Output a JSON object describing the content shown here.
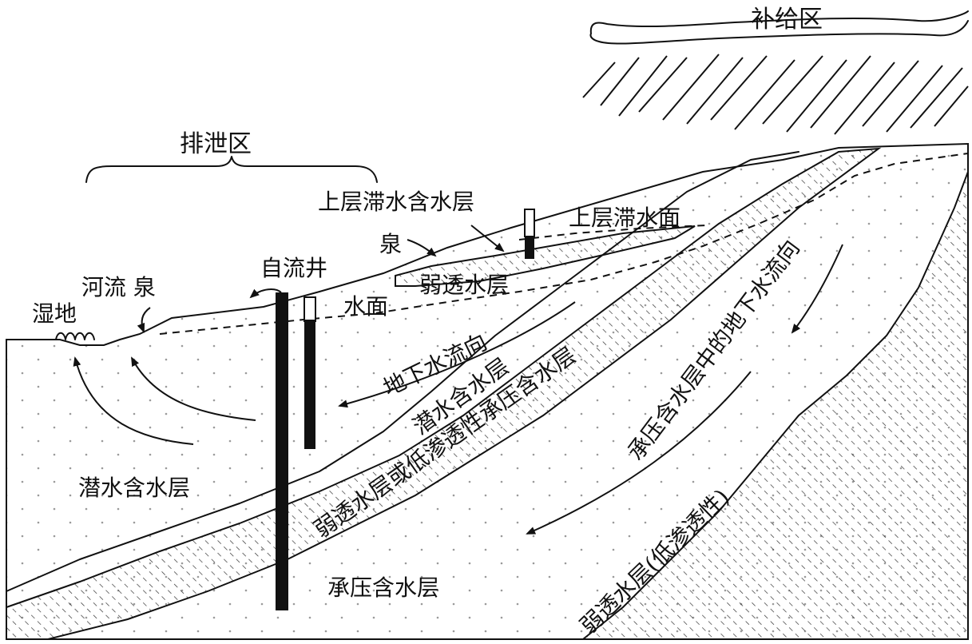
{
  "labels": {
    "recharge_zone": "补给区",
    "discharge_zone": "排泄区",
    "perched_aquifer": "上层滞水含水层",
    "perched_water_table": "上层滞水面",
    "spring_upper": "泉",
    "artesian_well": "自流井",
    "river_spring": "河流 泉",
    "wetland": "湿地",
    "aquitard_small": "弱透水层",
    "water_table": "水面",
    "groundwater_flow": "地下水流向",
    "unconfined_aquifer_upper": "潜水含水层",
    "unconfined_aquifer_lower": "潜水含水层",
    "aquitard_band": "弱透水层或低渗透性承压含水层",
    "confined_flow": "承压含水层中的地下水流向",
    "confined_aquifer": "承压含水层",
    "aquitard_bottom": "弱透水层(低渗透性)"
  },
  "colors": {
    "ink": "#111111",
    "background": "#ffffff",
    "dot": "#9a9a9a"
  }
}
